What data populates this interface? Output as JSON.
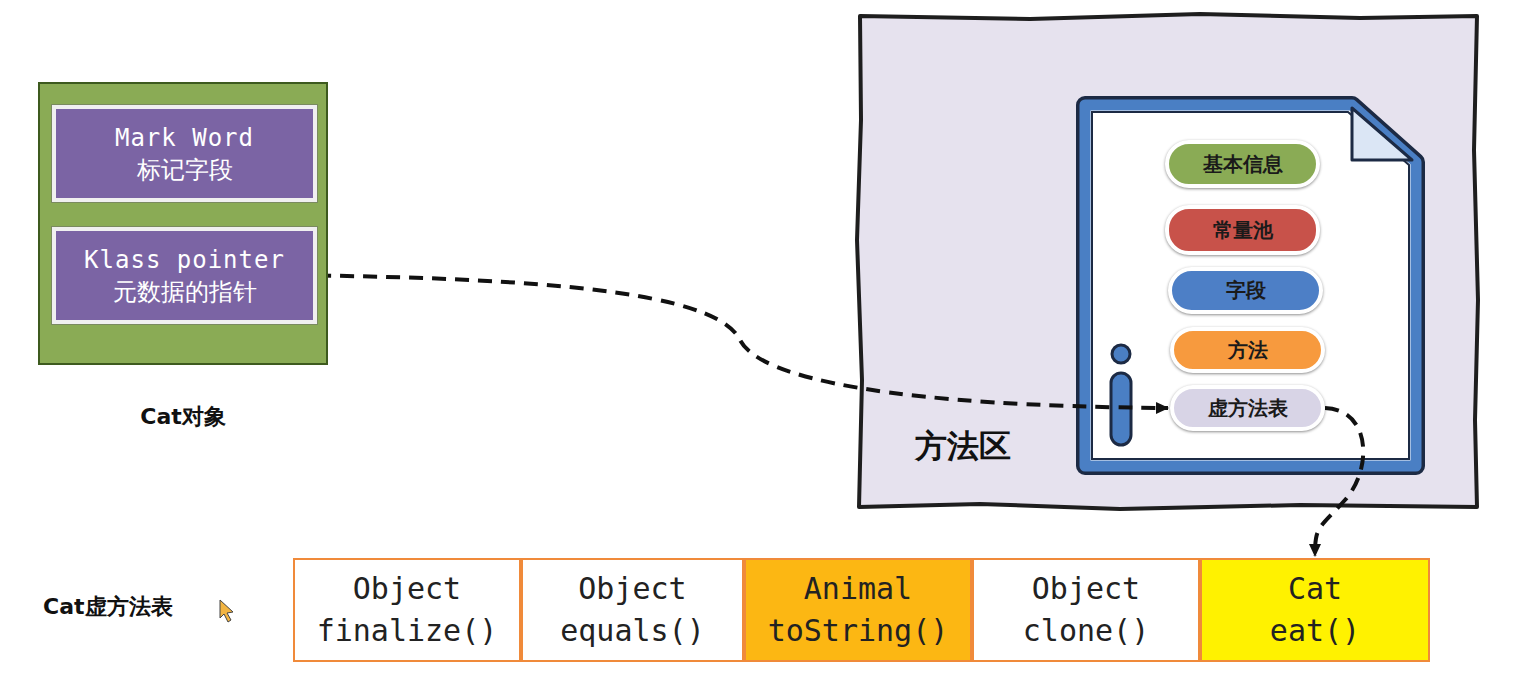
{
  "diagram": {
    "nodes": [
      {
        "text": [
          "Cat对象"
        ]
      },
      {
        "text": [
          "Mark Word",
          "标记字段"
        ],
        "in": 0
      },
      {
        "text": [
          "Klass pointer",
          "元数据的指针"
        ],
        "in": 0
      },
      {
        "text": [
          "方法区"
        ]
      },
      {
        "text": [
          "基本信息"
        ],
        "in": 3
      },
      {
        "text": [
          "常量池"
        ],
        "in": 3
      },
      {
        "text": [
          "字段"
        ],
        "in": 3
      },
      {
        "text": [
          "方法"
        ],
        "in": 3
      },
      {
        "text": [
          "虚方法表"
        ],
        "in": 3
      },
      {
        "text": [
          "Object",
          "finalize()"
        ]
      },
      {
        "text": [
          "Object",
          "equals()"
        ]
      },
      {
        "text": [
          "Animal",
          "toString()"
        ]
      },
      {
        "text": [
          "Object",
          "clone()"
        ]
      },
      {
        "text": [
          "Cat",
          "eat()"
        ]
      }
    ],
    "edges": [
      {
        "from": 2,
        "to": 8,
        "arrow": "to"
      },
      {
        "from": 8,
        "to": 13,
        "arrow": "to"
      }
    ],
    "labels": [
      "Cat虚方法表"
    ]
  }
}
